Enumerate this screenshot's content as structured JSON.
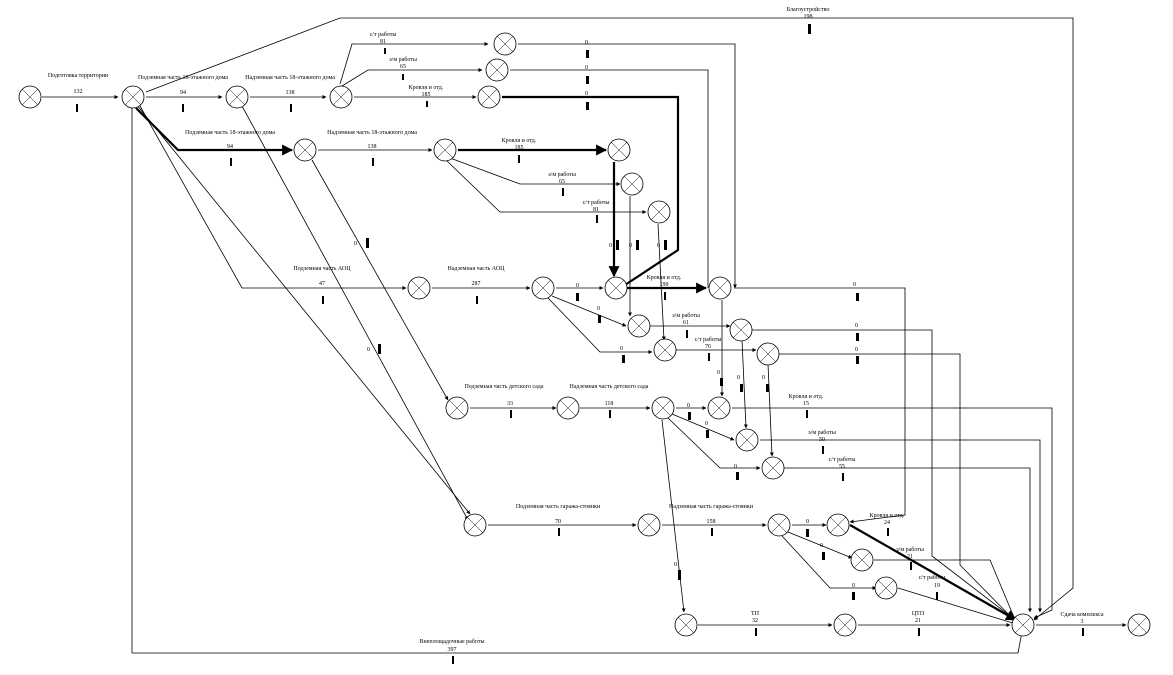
{
  "activities": [
    {
      "id": "a1",
      "name": "Подготовка территории",
      "duration": "132"
    },
    {
      "id": "a2",
      "name": "Подземная часть 18-этажного дома",
      "duration": "94"
    },
    {
      "id": "a3",
      "name": "Надземная часть 18-этажного дома",
      "duration": "138"
    },
    {
      "id": "a4",
      "name": "с/т работы",
      "duration": "81"
    },
    {
      "id": "a5",
      "name": "э/м работы",
      "duration": "65"
    },
    {
      "id": "a6",
      "name": "Кровля и отд.",
      "duration": "185"
    },
    {
      "id": "a7",
      "name": "Подземная часть 18-этажного дома",
      "duration": "94"
    },
    {
      "id": "a8",
      "name": "Надземная часть 18-этажного дома",
      "duration": "138"
    },
    {
      "id": "a9",
      "name": "Кровля и отд.",
      "duration": "185"
    },
    {
      "id": "a10",
      "name": "э/м работы",
      "duration": "65"
    },
    {
      "id": "a11",
      "name": "с/т работы",
      "duration": "81"
    },
    {
      "id": "a12",
      "name": "Подземная часть АОЦ",
      "duration": "47"
    },
    {
      "id": "a13",
      "name": "Надземная часть АОЦ",
      "duration": "287"
    },
    {
      "id": "a14",
      "name": "Кровля и отд.",
      "duration": "199"
    },
    {
      "id": "a15",
      "name": "э/м работы",
      "duration": "61"
    },
    {
      "id": "a16",
      "name": "с/т работы",
      "duration": "76"
    },
    {
      "id": "a17",
      "name": "Подземная часть детского сада",
      "duration": "33"
    },
    {
      "id": "a18",
      "name": "Надземная часть детского сада",
      "duration": "118"
    },
    {
      "id": "a19",
      "name": "Кровля и отд.",
      "duration": "15"
    },
    {
      "id": "a20",
      "name": "э/м работы",
      "duration": "50"
    },
    {
      "id": "a21",
      "name": "с/т работы",
      "duration": "55"
    },
    {
      "id": "a22",
      "name": "Подземная часть гаража-стоянки",
      "duration": "70"
    },
    {
      "id": "a23",
      "name": "Надземная часть гаража-стоянки",
      "duration": "158"
    },
    {
      "id": "a24",
      "name": "Кровля и отд.",
      "duration": "24"
    },
    {
      "id": "a25",
      "name": "э/м работы",
      "duration": "21"
    },
    {
      "id": "a26",
      "name": "с/т работы",
      "duration": "19"
    },
    {
      "id": "a27",
      "name": "ТП",
      "duration": "32"
    },
    {
      "id": "a28",
      "name": "ЦТП",
      "duration": "21"
    },
    {
      "id": "a29",
      "name": "Благоустройство",
      "duration": "198"
    },
    {
      "id": "a30",
      "name": "Внеплощадочные работы",
      "duration": "397"
    },
    {
      "id": "a31",
      "name": "Сдача комплекса",
      "duration": "3"
    }
  ],
  "dummy_label": "0"
}
